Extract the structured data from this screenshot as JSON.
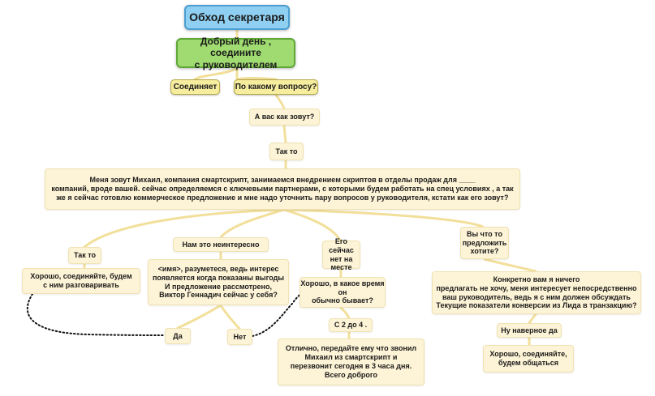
{
  "nodes": {
    "title": "Обход секретаря",
    "greeting": "Добрый день , соедините\nс руководителем",
    "connects": "Соединяет",
    "what_question": "По какому вопросу?",
    "your_name": "А вас как зовут?",
    "tak_to_top": "Так то",
    "pitch": "Меня зовут Михаил, компания смартскрипт, занимаемся внедрением скриптов в отделы продаж для ____\nкомпаний, вроде вашей. сейчас определяемся с ключевыми партнерами, с которыми будем работать на спец условиях , а так\nже я сейчас готовлю коммерческое предложение и мне надо уточнить пару вопросов у руководителя, кстати как его зовут?",
    "tak_to_left": "Так то",
    "good_connect": "Хорошо, соединяйте, будем\nс ним разговаривать",
    "not_interested": "Нам это неинтересно",
    "name_response": "<имя>, разуметеся, ведь интерес\nпоявляется когда показаны выгоды\nИ предложение рассмотрено,\nВиктор Геннадич сейчас у себя?",
    "yes": "Да",
    "no": "Нет",
    "not_in_place": "Его сейчас\nнет на месте",
    "when_usually": "Хорошо, в какое время он\nобычно бывает?",
    "time_range": "С 2 до 4 .",
    "pass_message": "Отлично, передайте ему что звонил\nМихаил из смартскрипт и\nперезвонит сегодня в 3 часа дня.\nВсего доброго",
    "what_offer": "Вы что то\nпредложить\nхотите?",
    "concrete": "Конкретно вам я ничего\nпредлагать не хочу, меня интересует непосредственно\nваш руководитель, ведь я с ним должен обсуждать\nТекущие показатели конверсии из Лида в транзакцию?",
    "well_yes": "Ну наверное да",
    "good_talk": "Хорошо, соединяйте,\nбудем общаться"
  },
  "colors": {
    "title_fill": "#8fd0f2",
    "green_fill": "#9fdb70",
    "reply_fill": "#f6ed9e",
    "note_fill": "#fdf3d6",
    "connector": "#f2df9a"
  }
}
